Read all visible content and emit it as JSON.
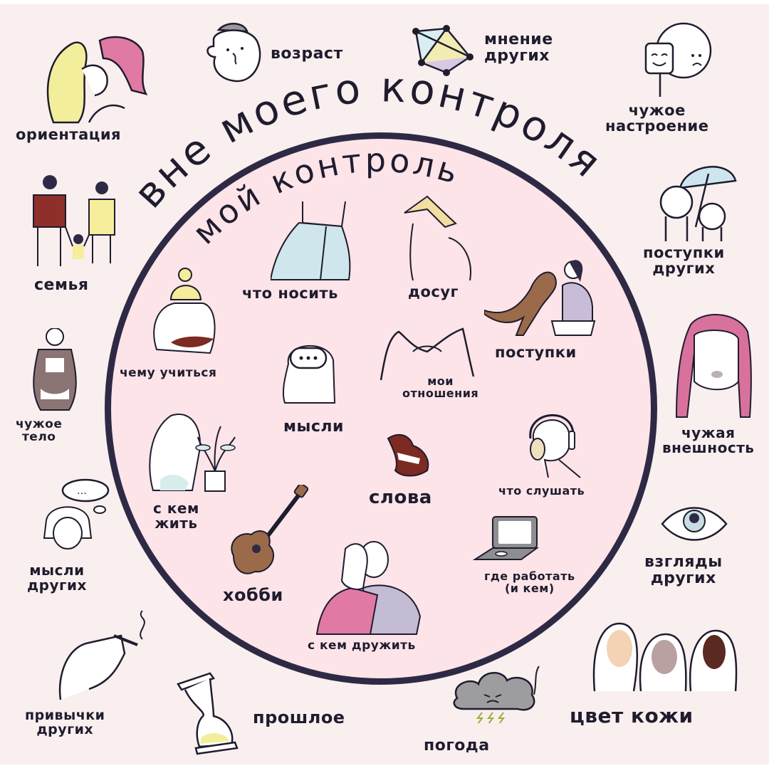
{
  "title": {
    "outer": "вне моего контроля",
    "inner": "мой контроль"
  },
  "colors": {
    "background": "#f9efef",
    "circle_fill": "#fce4e8",
    "circle_stroke": "#2e2a45",
    "text": "#1f1c2e"
  },
  "outside_items": [
    {
      "id": "orientation",
      "label": "ориентация",
      "icon": "kissing-couple-icon"
    },
    {
      "id": "age",
      "label": "возраст",
      "icon": "old-man-face-icon"
    },
    {
      "id": "others-opinion",
      "label_lines": [
        "мнение",
        "других"
      ],
      "icon": "network-polygon-icon"
    },
    {
      "id": "others-mood",
      "label_lines": [
        "чужое",
        "настроение"
      ],
      "icon": "mask-face-icon"
    },
    {
      "id": "family",
      "label": "семья",
      "icon": "family-walking-icon"
    },
    {
      "id": "others-actions",
      "label_lines": [
        "поступки",
        "других"
      ],
      "icon": "umbrella-friends-icon"
    },
    {
      "id": "others-body",
      "label_lines": [
        "чужое",
        "тело"
      ],
      "icon": "body-figure-icon"
    },
    {
      "id": "others-appearance",
      "label_lines": [
        "чужая",
        "внешность"
      ],
      "icon": "woman-face-icon"
    },
    {
      "id": "others-thoughts",
      "label_lines": [
        "мысли",
        "других"
      ],
      "icon": "thought-bubble-head-icon"
    },
    {
      "id": "others-views",
      "label_lines": [
        "взгляды",
        "других"
      ],
      "icon": "eye-icon"
    },
    {
      "id": "others-habits",
      "label_lines": [
        "привычки",
        "других"
      ],
      "icon": "hand-cigarette-icon"
    },
    {
      "id": "past",
      "label": "прошлое",
      "icon": "hourglass-icon"
    },
    {
      "id": "weather",
      "label": "погода",
      "icon": "storm-cloud-icon"
    },
    {
      "id": "skin-color",
      "label": "цвет кожи",
      "icon": "three-women-icon"
    }
  ],
  "inside_items": [
    {
      "id": "what-to-wear",
      "label": "что носить",
      "icon": "jeans-icon"
    },
    {
      "id": "leisure",
      "label": "досуг",
      "icon": "book-on-head-icon"
    },
    {
      "id": "actions",
      "label": "поступки",
      "icon": "woman-dog-icon"
    },
    {
      "id": "what-to-learn",
      "label": "чему учиться",
      "icon": "reading-person-icon"
    },
    {
      "id": "thoughts",
      "label": "мысли",
      "icon": "head-speech-bubble-icon"
    },
    {
      "id": "my-relationships",
      "label_lines": [
        "мои",
        "отношения"
      ],
      "icon": "pinky-promise-icon"
    },
    {
      "id": "who-to-live-with",
      "label_lines": [
        "с кем",
        "жить"
      ],
      "icon": "person-with-plant-icon"
    },
    {
      "id": "words",
      "label": "слова",
      "icon": "lips-icon"
    },
    {
      "id": "what-to-listen",
      "label": "что слушать",
      "icon": "headphones-icon"
    },
    {
      "id": "hobby",
      "label": "хобби",
      "icon": "guitar-icon"
    },
    {
      "id": "who-to-befriend",
      "label": "с кем дружить",
      "icon": "hugging-friends-icon"
    },
    {
      "id": "where-to-work",
      "label_lines": [
        "где работать",
        "(и кем)"
      ],
      "icon": "laptop-icon"
    }
  ]
}
